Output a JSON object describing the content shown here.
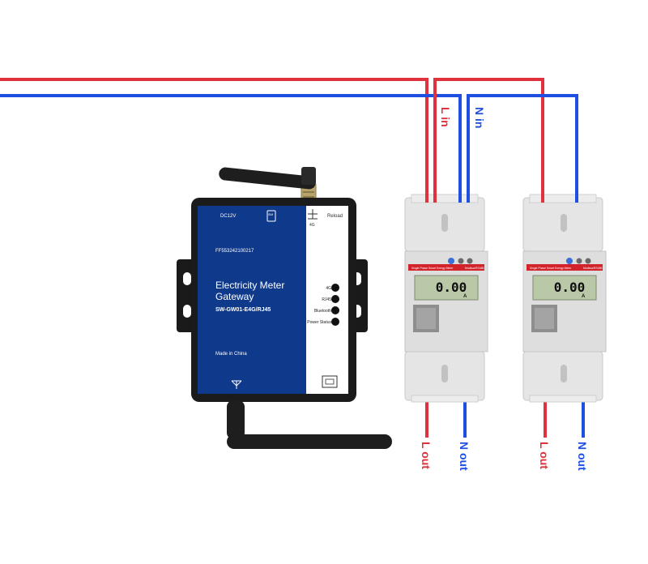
{
  "colors": {
    "live_wire": "#e0323c",
    "neutral_wire": "#1f4fe0",
    "gateway_body": "#0f3a8c",
    "meter_body": "#e3e3e3",
    "meter_band": "#d2232a",
    "lcd": "#b9c9a8"
  },
  "gateway": {
    "power_label": "DC12V",
    "sim_label": "SIM",
    "serial": "FF553242100217",
    "title_line1": "Electricity Meter",
    "title_line2": "Gateway",
    "model": "SW-GW01-E4G/RJ45",
    "made_in": "Made in China",
    "antenna_port_label": "4G",
    "reload_label": "Reload",
    "indicators": [
      "4G",
      "RJ45",
      "Bluetooth",
      "Power Status"
    ]
  },
  "meters": [
    {
      "band_label": "Single Phase Smart Energy Meter",
      "band_label2": "Modbus/RS485",
      "reading": "0.00",
      "unit": "A",
      "in_labels": {
        "live": "L in",
        "neutral": "N in"
      },
      "out_labels": {
        "live": "L out",
        "neutral": "N out"
      }
    },
    {
      "band_label": "Single Phase Smart Energy Meter",
      "band_label2": "Modbus/RS485",
      "reading": "0.00",
      "unit": "A",
      "in_labels": {
        "live": "",
        "neutral": ""
      },
      "out_labels": {
        "live": "L out",
        "neutral": "N out"
      }
    }
  ]
}
